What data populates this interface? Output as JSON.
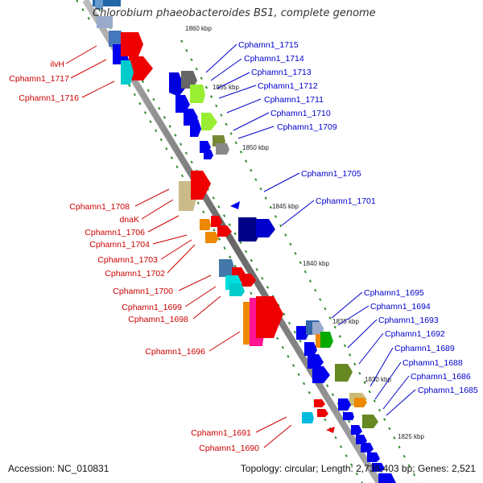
{
  "title": "Chlorobium phaeobacteroides BS1, complete genome",
  "footer": {
    "accession": "Accession: NC_010831",
    "summary": "Topology: circular; Length: 2,736,403 bp; Genes: 2,521"
  },
  "colors": {
    "backbone": "#888888",
    "tick": "#2e8b2e",
    "left_label": "#cc0000",
    "right_label": "#0000cc"
  },
  "kbp_marks": [
    "1860 kbp",
    "1855 kbp",
    "1850 kbp",
    "1845 kbp",
    "1840 kbp",
    "1835 kbp",
    "1830 kbp",
    "1825 kbp"
  ],
  "left_labels": [
    "ilvH",
    "Cphamn1_1717",
    "Cphamn1_1716",
    "Cphamn1_1708",
    "dnaK",
    "Cphamn1_1706",
    "Cphamn1_1704",
    "Cphamn1_1703",
    "Cphamn1_1702",
    "Cphamn1_1700",
    "Cphamn1_1699",
    "Cphamn1_1698",
    "Cphamn1_1696",
    "Cphamn1_1691",
    "Cphamn1_1690"
  ],
  "right_labels": [
    "Cphamn1_1715",
    "Cphamn1_1714",
    "Cphamn1_1713",
    "Cphamn1_1712",
    "Cphamn1_1711",
    "Cphamn1_1710",
    "Cphamn1_1709",
    "Cphamn1_1705",
    "Cphamn1_1701",
    "Cphamn1_1695",
    "Cphamn1_1694",
    "Cphamn1_1693",
    "Cphamn1_1692",
    "Cphamn1_1689",
    "Cphamn1_1688",
    "Cphamn1_1686",
    "Cphamn1_1685"
  ]
}
